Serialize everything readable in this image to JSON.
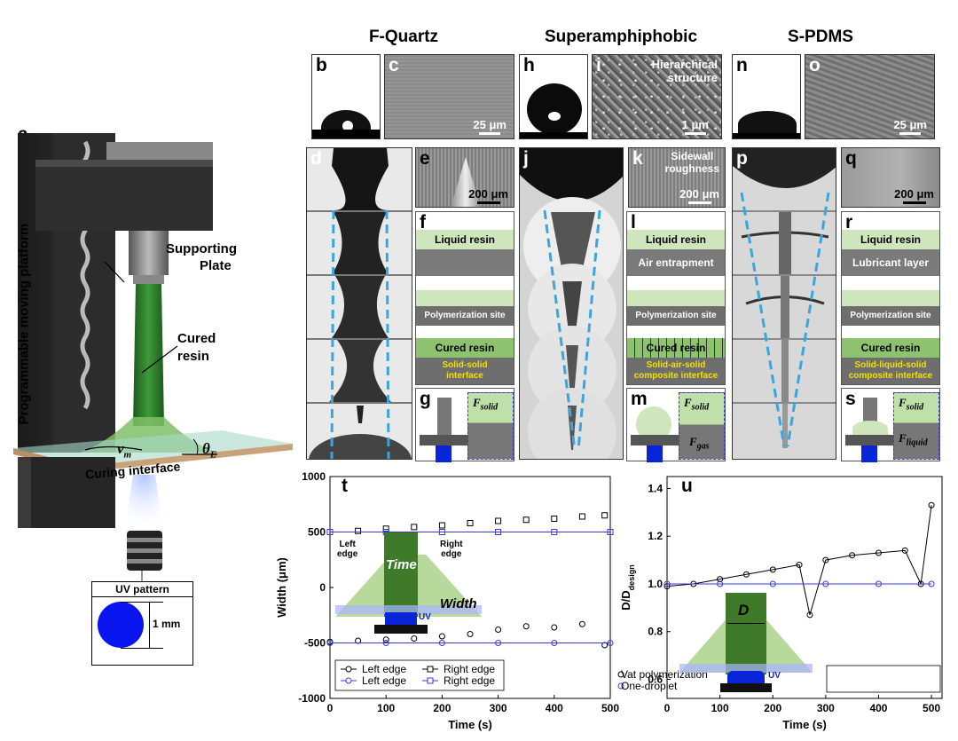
{
  "columns": {
    "fquartz": "F-Quartz",
    "super": "Superamphiphobic",
    "spdms": "S-PDMS"
  },
  "labels": {
    "a": "a",
    "b": "b",
    "c": "c",
    "d": "d",
    "e": "e",
    "f": "f",
    "g": "g",
    "h": "h",
    "i": "i",
    "j": "j",
    "k": "k",
    "l": "l",
    "m": "m",
    "n": "n",
    "o": "o",
    "p": "p",
    "q": "q",
    "r": "r",
    "s": "s",
    "t": "t",
    "u": "u"
  },
  "panel_a": {
    "vertical": "Programmable moving platform",
    "supporting": "Supporting",
    "plate": "Plate",
    "cured": "Cured",
    "resin": "resin",
    "vm": "v",
    "vm_sub": "m",
    "thetaE": "θ",
    "thetaE_sub": "E",
    "curing": "Curing interface",
    "uv_pattern": "UV pattern",
    "mm": "1 mm"
  },
  "scalebars": {
    "c": "25 μm",
    "i": "1 μm",
    "o": "25 μm",
    "e": "200 μm",
    "k": "200 μm",
    "q": "200 μm"
  },
  "panel_i": {
    "l1": "Hierarchical",
    "l2": "structure"
  },
  "panel_k": {
    "l1": "Sidewall",
    "l2": "roughness"
  },
  "panel_f": {
    "liquid": "Liquid resin",
    "poly": "Polymerization site",
    "cured": "Cured resin",
    "iface1": "Solid-solid",
    "iface2": "interface"
  },
  "panel_l": {
    "liquid": "Liquid resin",
    "air": "Air entrapment",
    "poly": "Polymerization site",
    "cured": "Cured resin",
    "iface1": "Solid-air-solid",
    "iface2": "composite interface"
  },
  "panel_r": {
    "liquid": "Liquid resin",
    "lub": "Lubricant layer",
    "poly": "Polymerization site",
    "cured": "Cured resin",
    "iface1": "Solid-liquid-solid",
    "iface2": "composite interface"
  },
  "forces": {
    "F": "F",
    "solid": "solid",
    "gas": "gas",
    "liquid": "liquid"
  },
  "chart_t_inset": {
    "left": "Left",
    "left2": "edge",
    "right": "Right",
    "right2": "edge",
    "time": "Time",
    "width": "Width",
    "uv": "UV"
  },
  "chart_u_inset": {
    "D": "D",
    "uv": "UV"
  },
  "colors": {
    "blue_dash": "#3aa6e0",
    "green": "#3c7a2e",
    "light_green": "#a9d08e",
    "uv_blue": "#0a24d8",
    "series_blue": "#3a3ad0"
  },
  "chart_data": [
    {
      "type": "scatter",
      "xlabel": "Time (s)",
      "ylabel": "Width (μm)",
      "xlim": [
        0,
        500
      ],
      "ylim": [
        -1000,
        1000
      ],
      "xticks": [
        0,
        100,
        200,
        300,
        400,
        500
      ],
      "yticks": [
        -1000,
        -500,
        0,
        500,
        1000
      ],
      "legend": [
        "Left edge",
        "Left edge",
        "Right edge",
        "Right edge"
      ],
      "series": [
        {
          "name": "Left edge",
          "marker": "circle",
          "color": "#000000",
          "x": [
            0,
            50,
            100,
            150,
            200,
            250,
            300,
            350,
            400,
            450,
            490
          ],
          "y": [
            -490,
            -480,
            -470,
            -460,
            -440,
            -420,
            -380,
            -350,
            -360,
            -330,
            -520
          ]
        },
        {
          "name": "Right edge",
          "marker": "square",
          "color": "#000000",
          "x": [
            0,
            50,
            100,
            150,
            200,
            250,
            300,
            350,
            400,
            450,
            490
          ],
          "y": [
            500,
            510,
            530,
            545,
            560,
            580,
            600,
            610,
            620,
            640,
            650
          ]
        },
        {
          "name": "Left edge",
          "marker": "circle",
          "color": "#3a3ad0",
          "x": [
            0,
            100,
            200,
            300,
            400,
            500
          ],
          "y": [
            -500,
            -500,
            -500,
            -500,
            -500,
            -500
          ]
        },
        {
          "name": "Right edge",
          "marker": "square",
          "color": "#3a3ad0",
          "x": [
            0,
            100,
            200,
            300,
            400,
            500
          ],
          "y": [
            500,
            500,
            500,
            500,
            500,
            500
          ]
        }
      ]
    },
    {
      "type": "line",
      "xlabel": "Time (s)",
      "ylabel": "D/D",
      "ylabel_sub": "design",
      "xlim": [
        0,
        520
      ],
      "ylim": [
        0.52,
        1.45
      ],
      "xticks": [
        0,
        100,
        200,
        300,
        400,
        500
      ],
      "yticks": [
        0.6,
        0.8,
        1.0,
        1.2,
        1.4
      ],
      "legend": [
        "Vat polymerization",
        "One-droplet"
      ],
      "series": [
        {
          "name": "Vat polymerization",
          "marker": "circle",
          "color": "#000000",
          "x": [
            0,
            50,
            100,
            150,
            200,
            250,
            270,
            300,
            350,
            400,
            450,
            480,
            500
          ],
          "y": [
            0.99,
            1.0,
            1.02,
            1.04,
            1.06,
            1.08,
            0.87,
            1.1,
            1.12,
            1.13,
            1.14,
            1.0,
            1.33
          ]
        },
        {
          "name": "One-droplet",
          "marker": "circle",
          "color": "#3a3ad0",
          "x": [
            0,
            100,
            200,
            300,
            400,
            500
          ],
          "y": [
            1.0,
            1.0,
            1.0,
            1.0,
            1.0,
            1.0
          ]
        }
      ]
    }
  ]
}
